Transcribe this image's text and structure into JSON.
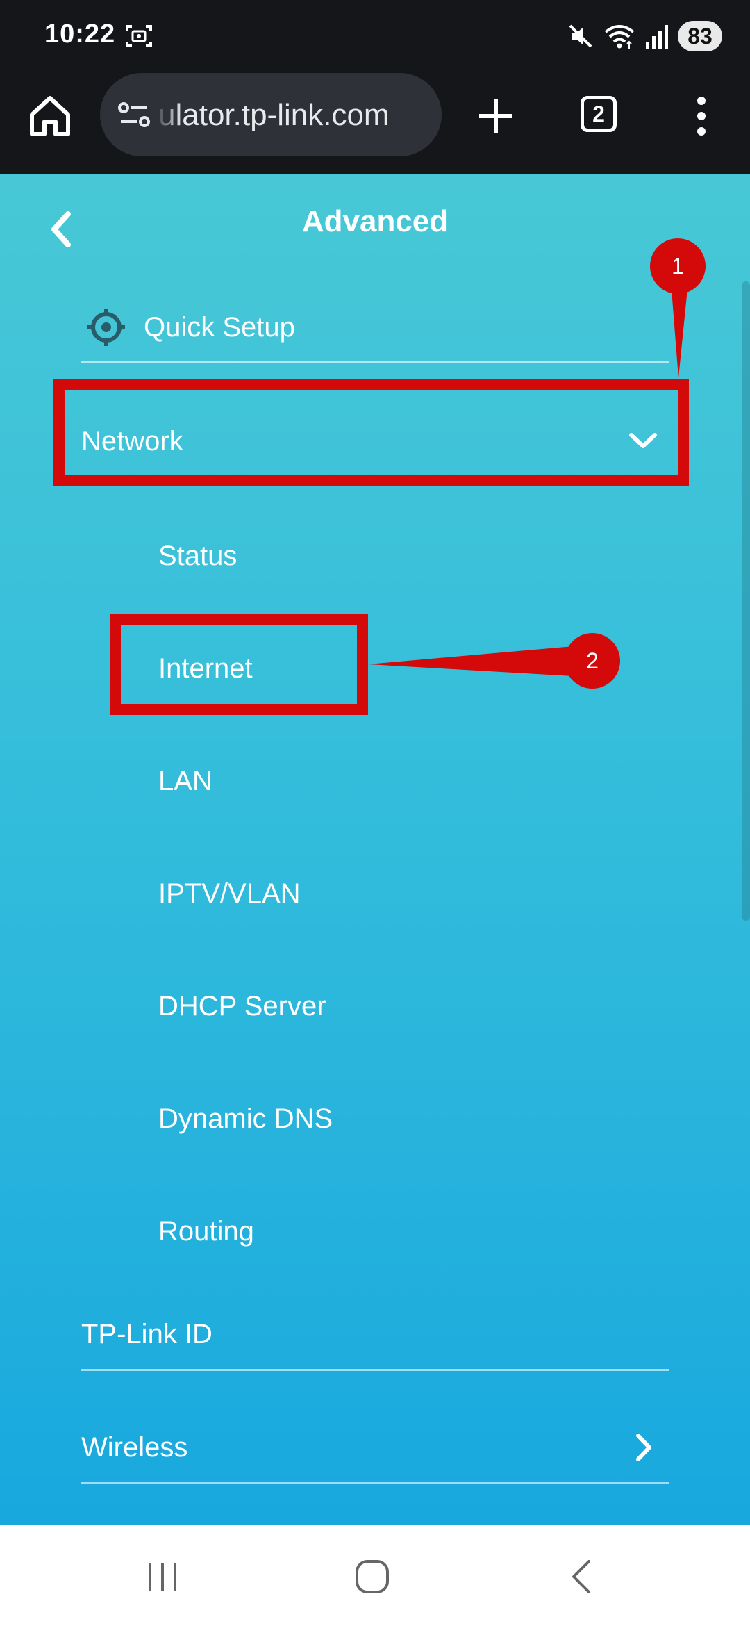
{
  "status_bar": {
    "time": "10:22",
    "battery": "83",
    "icons": [
      "screenshot-icon",
      "mute-icon",
      "wifi-icon",
      "signal-icon",
      "battery-icon"
    ]
  },
  "browser": {
    "url": "ulator.tp-link.com",
    "tab_count": "2",
    "icons": [
      "home-icon",
      "site-settings-icon",
      "new-tab-icon",
      "tab-switcher-icon",
      "more-menu-icon"
    ]
  },
  "page": {
    "title": "Advanced",
    "quick_setup": "Quick Setup",
    "network": {
      "label": "Network",
      "expanded": true,
      "items": [
        "Status",
        "Internet",
        "LAN",
        "IPTV/VLAN",
        "DHCP Server",
        "Dynamic DNS",
        "Routing"
      ]
    },
    "tplink_id": "TP-Link ID",
    "wireless": "Wireless"
  },
  "annotations": {
    "color": "#d40a0a",
    "callouts": [
      {
        "number": "1",
        "target": "Network"
      },
      {
        "number": "2",
        "target": "Internet"
      }
    ]
  },
  "nav_bar": {
    "icons": [
      "recents-icon",
      "home-icon",
      "back-icon"
    ]
  }
}
